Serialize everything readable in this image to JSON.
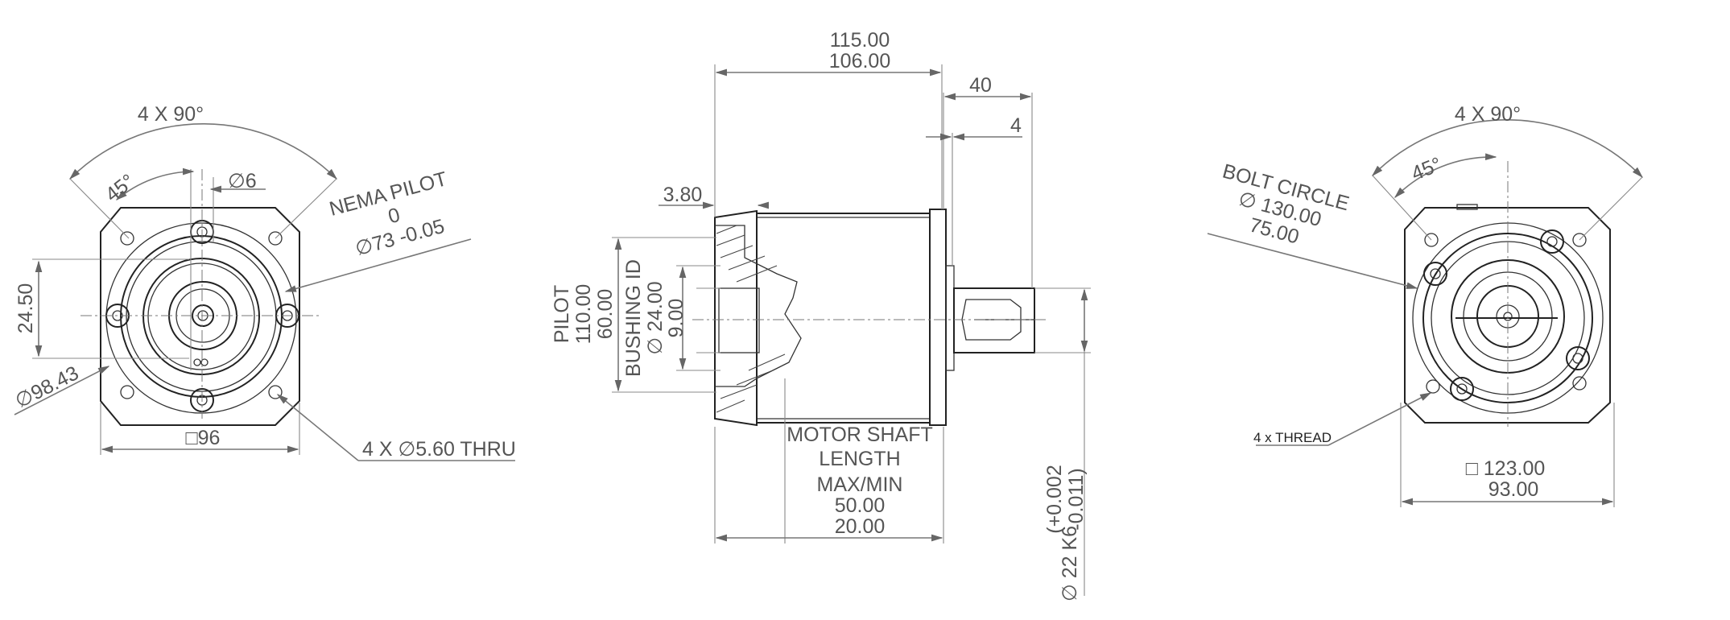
{
  "left_view": {
    "angle_label": "4 X 90°",
    "angle_45": "45°",
    "hole_dia": "∅6",
    "nema_pilot_line1": "NEMA PILOT",
    "nema_pilot_line2": "0",
    "nema_pilot_line3": "∅73 -0.05",
    "dim_2450": "24.50",
    "dim_9843": "∅98.43",
    "square_96": "□96",
    "thru_holes": "4 X ∅5.60 THRU"
  },
  "side_view": {
    "len_1": "115.00",
    "len_2": "106.00",
    "dim_40": "40",
    "dim_4": "4",
    "dim_380": "3.80",
    "pilot_1": "PILOT",
    "pilot_2": "110.00",
    "pilot_3": "60.00",
    "bushing_1": "BUSHING ID",
    "bushing_2": "∅ 24.00",
    "bushing_3": "9.00",
    "motor_1": "MOTOR SHAFT",
    "motor_2": "LENGTH",
    "motor_3": "MAX/MIN",
    "motor_4": "50.00",
    "motor_5": "20.00",
    "shaft_tol": "(+0.002",
    "shaft_tol2": "-0.011)",
    "shaft_dia": "∅ 22 K6"
  },
  "right_view": {
    "angle_label": "4 X 90°",
    "angle_45": "45°",
    "bolt_1": "BOLT CIRCLE",
    "bolt_2": "∅ 130.00",
    "bolt_3": "75.00",
    "thread": "4 x THREAD",
    "square_1": "□ 123.00",
    "square_2": "93.00"
  }
}
